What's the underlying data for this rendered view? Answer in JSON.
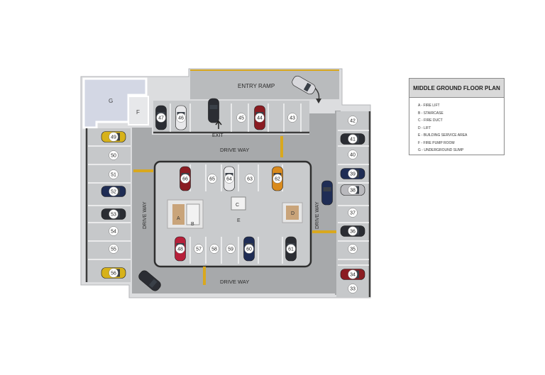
{
  "labels": {
    "entry_ramp": "ENTRY RAMP",
    "drive_way_top": "DRIVE WAY",
    "drive_way_bottom": "DRIVE WAY",
    "drive_way_left": "DRIVE WAY",
    "drive_way_right": "DRIVE WAY",
    "exit": "EXIT"
  },
  "zones": {
    "g": "G",
    "f": "F",
    "a": "A",
    "b": "B",
    "c": "C",
    "d": "D",
    "e": "E"
  },
  "legend": {
    "title": "MIDDLE GROUND FLOOR PLAN",
    "items": [
      "A - FIRE LIFT",
      "B - STAIRCASE",
      "C - FIRE DUCT",
      "D - LIFT",
      "E - BUILDING SERVICE AREA",
      "F - FIRE PUMP ROOM",
      "G - UNDERGROUND SUMP"
    ]
  },
  "colors": {
    "driveway": "#a7a9ab",
    "slab": "#c6c8ca",
    "wall": "#e2e3e4",
    "marking_yellow": "#d9a81e",
    "sump": "#d3d7e4"
  },
  "spaces": [
    {
      "id": "33",
      "label": "33"
    },
    {
      "id": "34",
      "label": "34"
    },
    {
      "id": "35",
      "label": "35"
    },
    {
      "id": "36",
      "label": "36"
    },
    {
      "id": "37",
      "label": "37"
    },
    {
      "id": "38",
      "label": "38"
    },
    {
      "id": "39",
      "label": "39"
    },
    {
      "id": "40",
      "label": "40"
    },
    {
      "id": "41",
      "label": "41"
    },
    {
      "id": "42",
      "label": "42"
    },
    {
      "id": "43",
      "label": "43"
    },
    {
      "id": "44",
      "label": "44"
    },
    {
      "id": "45",
      "label": "45"
    },
    {
      "id": "46",
      "label": "46"
    },
    {
      "id": "47",
      "label": "47"
    },
    {
      "id": "48",
      "label": "48"
    },
    {
      "id": "49",
      "label": "49"
    },
    {
      "id": "50",
      "label": "50"
    },
    {
      "id": "51",
      "label": "51"
    },
    {
      "id": "52",
      "label": "52"
    },
    {
      "id": "53",
      "label": "53"
    },
    {
      "id": "54",
      "label": "54"
    },
    {
      "id": "55",
      "label": "55"
    },
    {
      "id": "56",
      "label": "56"
    },
    {
      "id": "57",
      "label": "57"
    },
    {
      "id": "58",
      "label": "58"
    },
    {
      "id": "59",
      "label": "59"
    },
    {
      "id": "60",
      "label": "60"
    },
    {
      "id": "61",
      "label": "61"
    },
    {
      "id": "62",
      "label": "62"
    },
    {
      "id": "63",
      "label": "63"
    },
    {
      "id": "64",
      "label": "64"
    },
    {
      "id": "65",
      "label": "65"
    },
    {
      "id": "66",
      "label": "66"
    }
  ]
}
